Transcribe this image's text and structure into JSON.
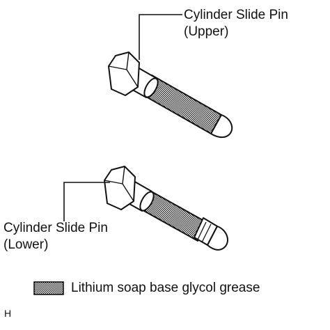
{
  "diagram": {
    "upper_callout": {
      "line1": "Cylinder Slide Pin",
      "line2": "(Upper)"
    },
    "lower_callout": {
      "line1": "Cylinder Slide Pin",
      "line2": "(Lower)"
    },
    "legend": {
      "text": "Lithium soap base glycol grease"
    },
    "figure_code": "H",
    "colors": {
      "line": "#111111",
      "hatch": "#222222",
      "background": "#ffffff"
    }
  }
}
